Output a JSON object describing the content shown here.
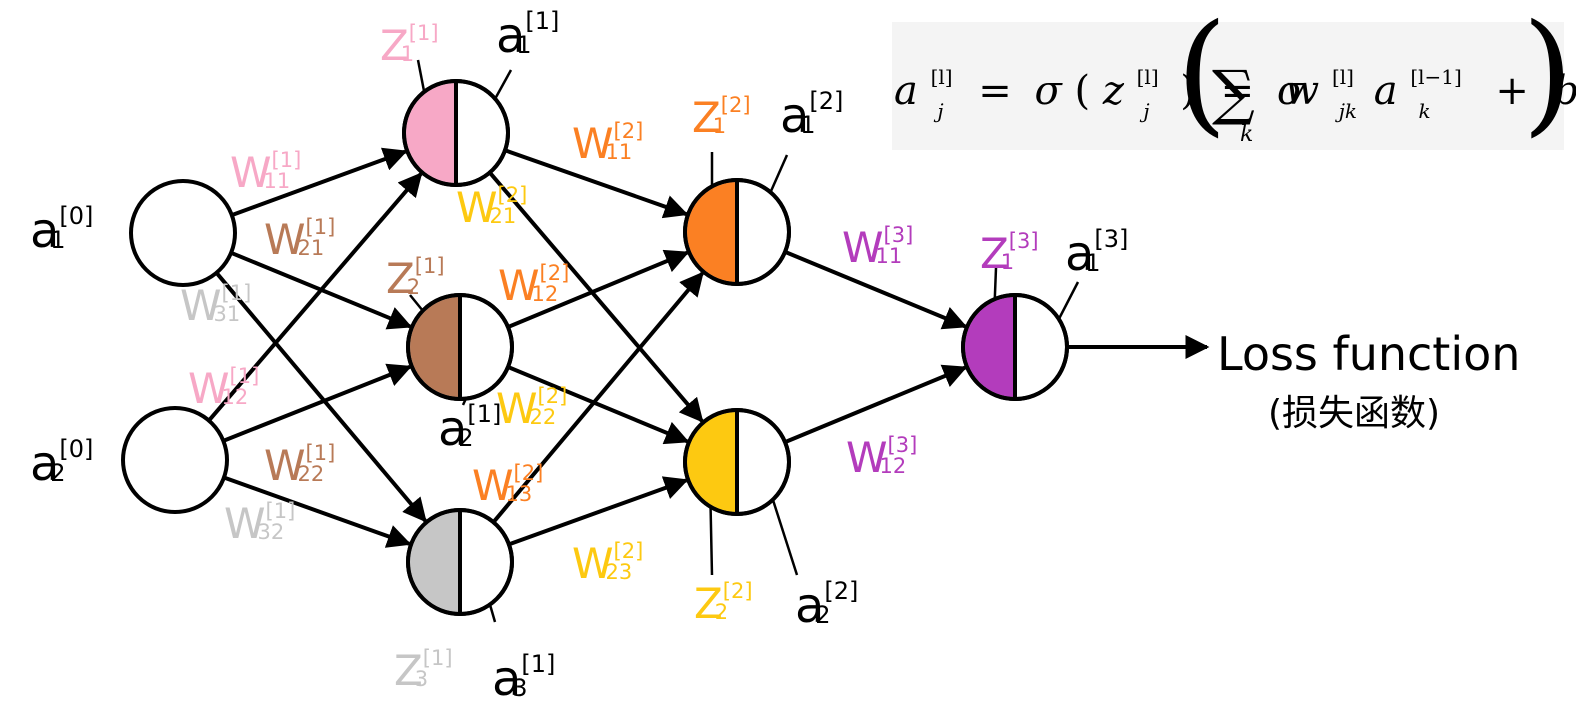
{
  "colors": {
    "z1_1": "#f7a8c6",
    "z2_1": "#b87a57",
    "z3_1": "#c6c6c6",
    "z1_2": "#fb8023",
    "z2_2": "#fdc911",
    "z1_3": "#b33cbc",
    "w_l1_1": "#f7a8c6",
    "w_l1_2": "#b87a57",
    "w_l1_3": "#c6c6c6",
    "w_l2_1": "#fb8023",
    "w_l2_2": "#fdc911",
    "w_l3": "#b33cbc",
    "line": "#000000"
  },
  "output": {
    "title": "Loss function",
    "subtitle": "(损失函数)"
  },
  "formula": {
    "a": "a",
    "eq": "=",
    "sigma": "σ",
    "z": "z",
    "sum": "∑",
    "k": "k",
    "w": "w",
    "plus": "+",
    "b": "b",
    "sup_l": "[l]",
    "sup_lm1": "[l−1]",
    "sub_j": "j",
    "sub_jk": "jk",
    "lparen": "(",
    "rparen": ")",
    "big_lparen": "(",
    "big_rparen": ")"
  },
  "labels": {
    "a0_1": {
      "base": "a",
      "sup": "[0]",
      "sub": "1"
    },
    "a0_2": {
      "base": "a",
      "sup": "[0]",
      "sub": "2"
    },
    "a1_1": {
      "base": "a",
      "sup": "[1]",
      "sub": "1"
    },
    "a1_2": {
      "base": "a",
      "sup": "[1]",
      "sub": "2"
    },
    "a1_3": {
      "base": "a",
      "sup": "[1]",
      "sub": "3"
    },
    "a2_1": {
      "base": "a",
      "sup": "[2]",
      "sub": "1"
    },
    "a2_2": {
      "base": "a",
      "sup": "[2]",
      "sub": "2"
    },
    "a3_1": {
      "base": "a",
      "sup": "[3]",
      "sub": "1"
    },
    "z1_1": {
      "base": "Z",
      "sup": "[1]",
      "sub": "1"
    },
    "z1_2": {
      "base": "Z",
      "sup": "[1]",
      "sub": "2"
    },
    "z1_3": {
      "base": "Z",
      "sup": "[1]",
      "sub": "3"
    },
    "z2_1": {
      "base": "Z",
      "sup": "[2]",
      "sub": "1"
    },
    "z2_2": {
      "base": "Z",
      "sup": "[2]",
      "sub": "2"
    },
    "z3_1": {
      "base": "Z",
      "sup": "[3]",
      "sub": "1"
    },
    "w1_11": {
      "base": "W",
      "sup": "[1]",
      "sub": "11"
    },
    "w1_21": {
      "base": "W",
      "sup": "[1]",
      "sub": "21"
    },
    "w1_31": {
      "base": "W",
      "sup": "[1]",
      "sub": "31"
    },
    "w1_12": {
      "base": "W",
      "sup": "[1]",
      "sub": "12"
    },
    "w1_22": {
      "base": "W",
      "sup": "[1]",
      "sub": "22"
    },
    "w1_32": {
      "base": "W",
      "sup": "[1]",
      "sub": "32"
    },
    "w2_11": {
      "base": "W",
      "sup": "[2]",
      "sub": "11"
    },
    "w2_21": {
      "base": "W",
      "sup": "[2]",
      "sub": "21"
    },
    "w2_12": {
      "base": "W",
      "sup": "[2]",
      "sub": "12"
    },
    "w2_22": {
      "base": "W",
      "sup": "[2]",
      "sub": "22"
    },
    "w2_13": {
      "base": "W",
      "sup": "[2]",
      "sub": "13"
    },
    "w2_23": {
      "base": "W",
      "sup": "[2]",
      "sub": "23"
    },
    "w3_11": {
      "base": "W",
      "sup": "[3]",
      "sub": "11"
    },
    "w3_12": {
      "base": "W",
      "sup": "[3]",
      "sub": "12"
    }
  }
}
